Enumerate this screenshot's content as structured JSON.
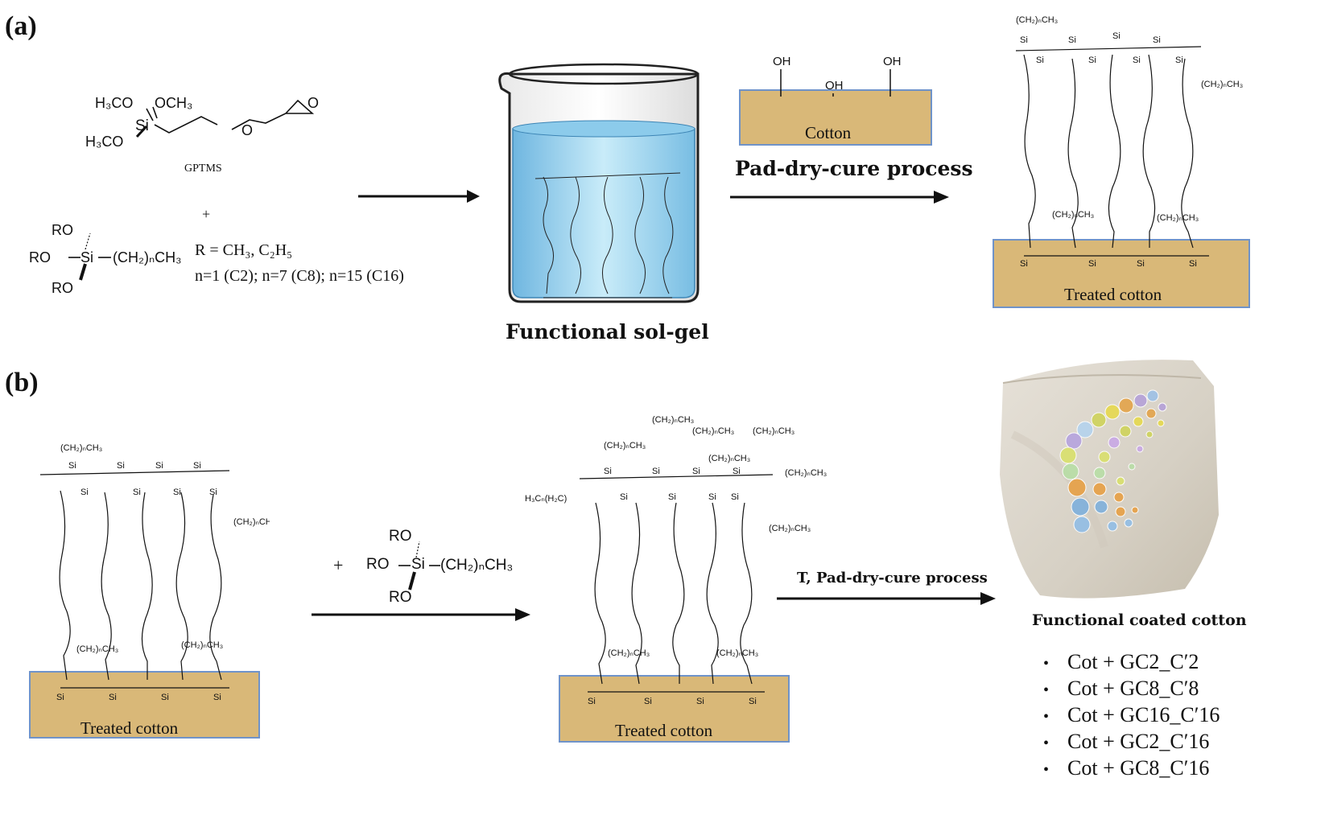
{
  "panels": {
    "a": {
      "label": "(a)"
    },
    "b": {
      "label": "(b)"
    }
  },
  "reagents": {
    "gptms_name": "GPTMS",
    "plus": "+",
    "r_def": "R = CH₃, C₂H₅",
    "n_def": "n=1 (C2); n=7 (C8); n=15 (C16)",
    "ro": "RO",
    "chain": "(CH₂)ₙCH₃",
    "si": "Si",
    "h3co": "H₃CO",
    "och3": "OCH₃",
    "o": "O"
  },
  "steps": {
    "sol_gel_label": "Functional sol-gel",
    "cotton_label": "Cotton",
    "oh": "OH",
    "pad_dry_cure": "Pad-dry-cure process",
    "treated_cotton": "Treated cotton",
    "t_pad_dry_cure": "T, Pad-dry-cure process",
    "functional_coated_cotton": "Functional coated cotton"
  },
  "samples": [
    "Cot + GC2_C′2",
    "Cot + GC8_C′8",
    "Cot + GC16_C′16",
    "Cot + GC2_C′16",
    "Cot + GC8_C′16"
  ],
  "colors": {
    "cotton": "#d9b878",
    "cotton_edge": "#6f93c9",
    "liquid": "#a9d8f0",
    "liquid_dark": "#5fa8d6"
  }
}
